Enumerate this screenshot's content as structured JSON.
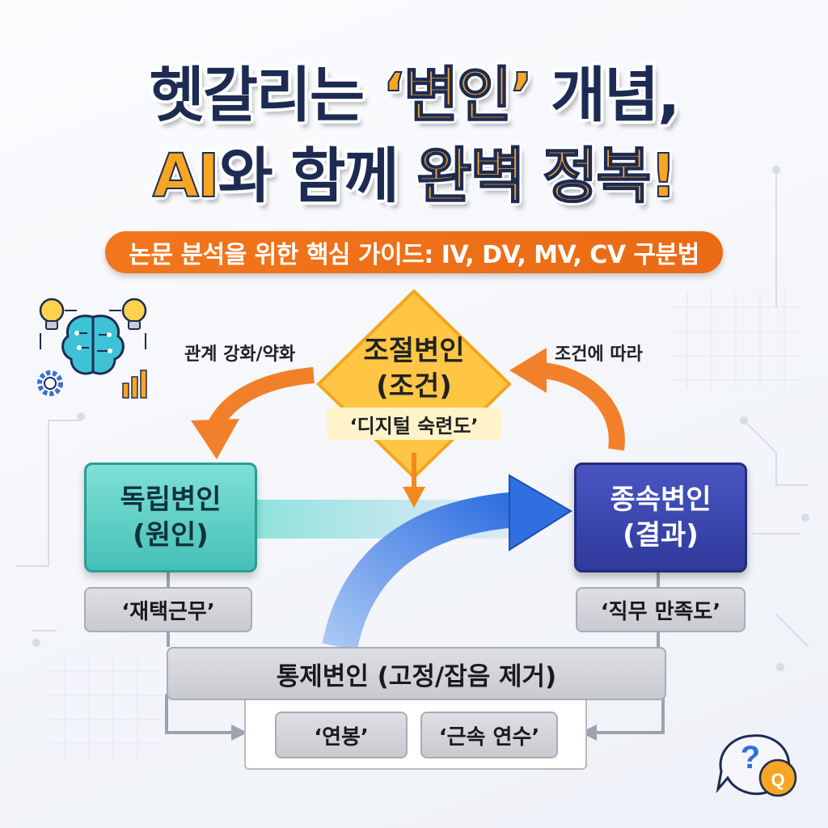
{
  "title": {
    "line1_pre": "헷갈리는 ",
    "line1_highlight": "‘변인’",
    "line1_post": " 개념,",
    "line2_pre_hl": "AI",
    "line2_mid": "와 함께 ",
    "line2_highlight": "완벽 정복!"
  },
  "subtitle": "논문 분석을 위한 핵심 가이드: IV, DV, MV, CV 구분법",
  "labels": {
    "left_arrow": "관계 강화/약화",
    "right_arrow": "조건에 따라"
  },
  "moderator": {
    "name": "조절변인",
    "role": "(조건)",
    "example": "‘디지털 숙련도’"
  },
  "independent": {
    "name": "독립변인",
    "role": "(원인)",
    "example": "‘재택근무’"
  },
  "dependent": {
    "name": "종속변인",
    "role": "(결과)",
    "example": "‘직무 만족도’"
  },
  "control": {
    "name": "통제변인 (고정/잡음 제거)",
    "examples": [
      "‘연봉’",
      "‘근속 연수’"
    ]
  },
  "colors": {
    "navy": "#1d2b53",
    "accent_yellow": "#f6a623",
    "orange": "#f2761b",
    "teal": "#45c0b7",
    "indigo": "#2f3a9a",
    "blue_arrow": "#2f6fe0"
  },
  "icons": [
    "lightbulb-icon",
    "brain-icon",
    "gear-icon",
    "bar-chart-icon",
    "question-bubble-icon"
  ]
}
